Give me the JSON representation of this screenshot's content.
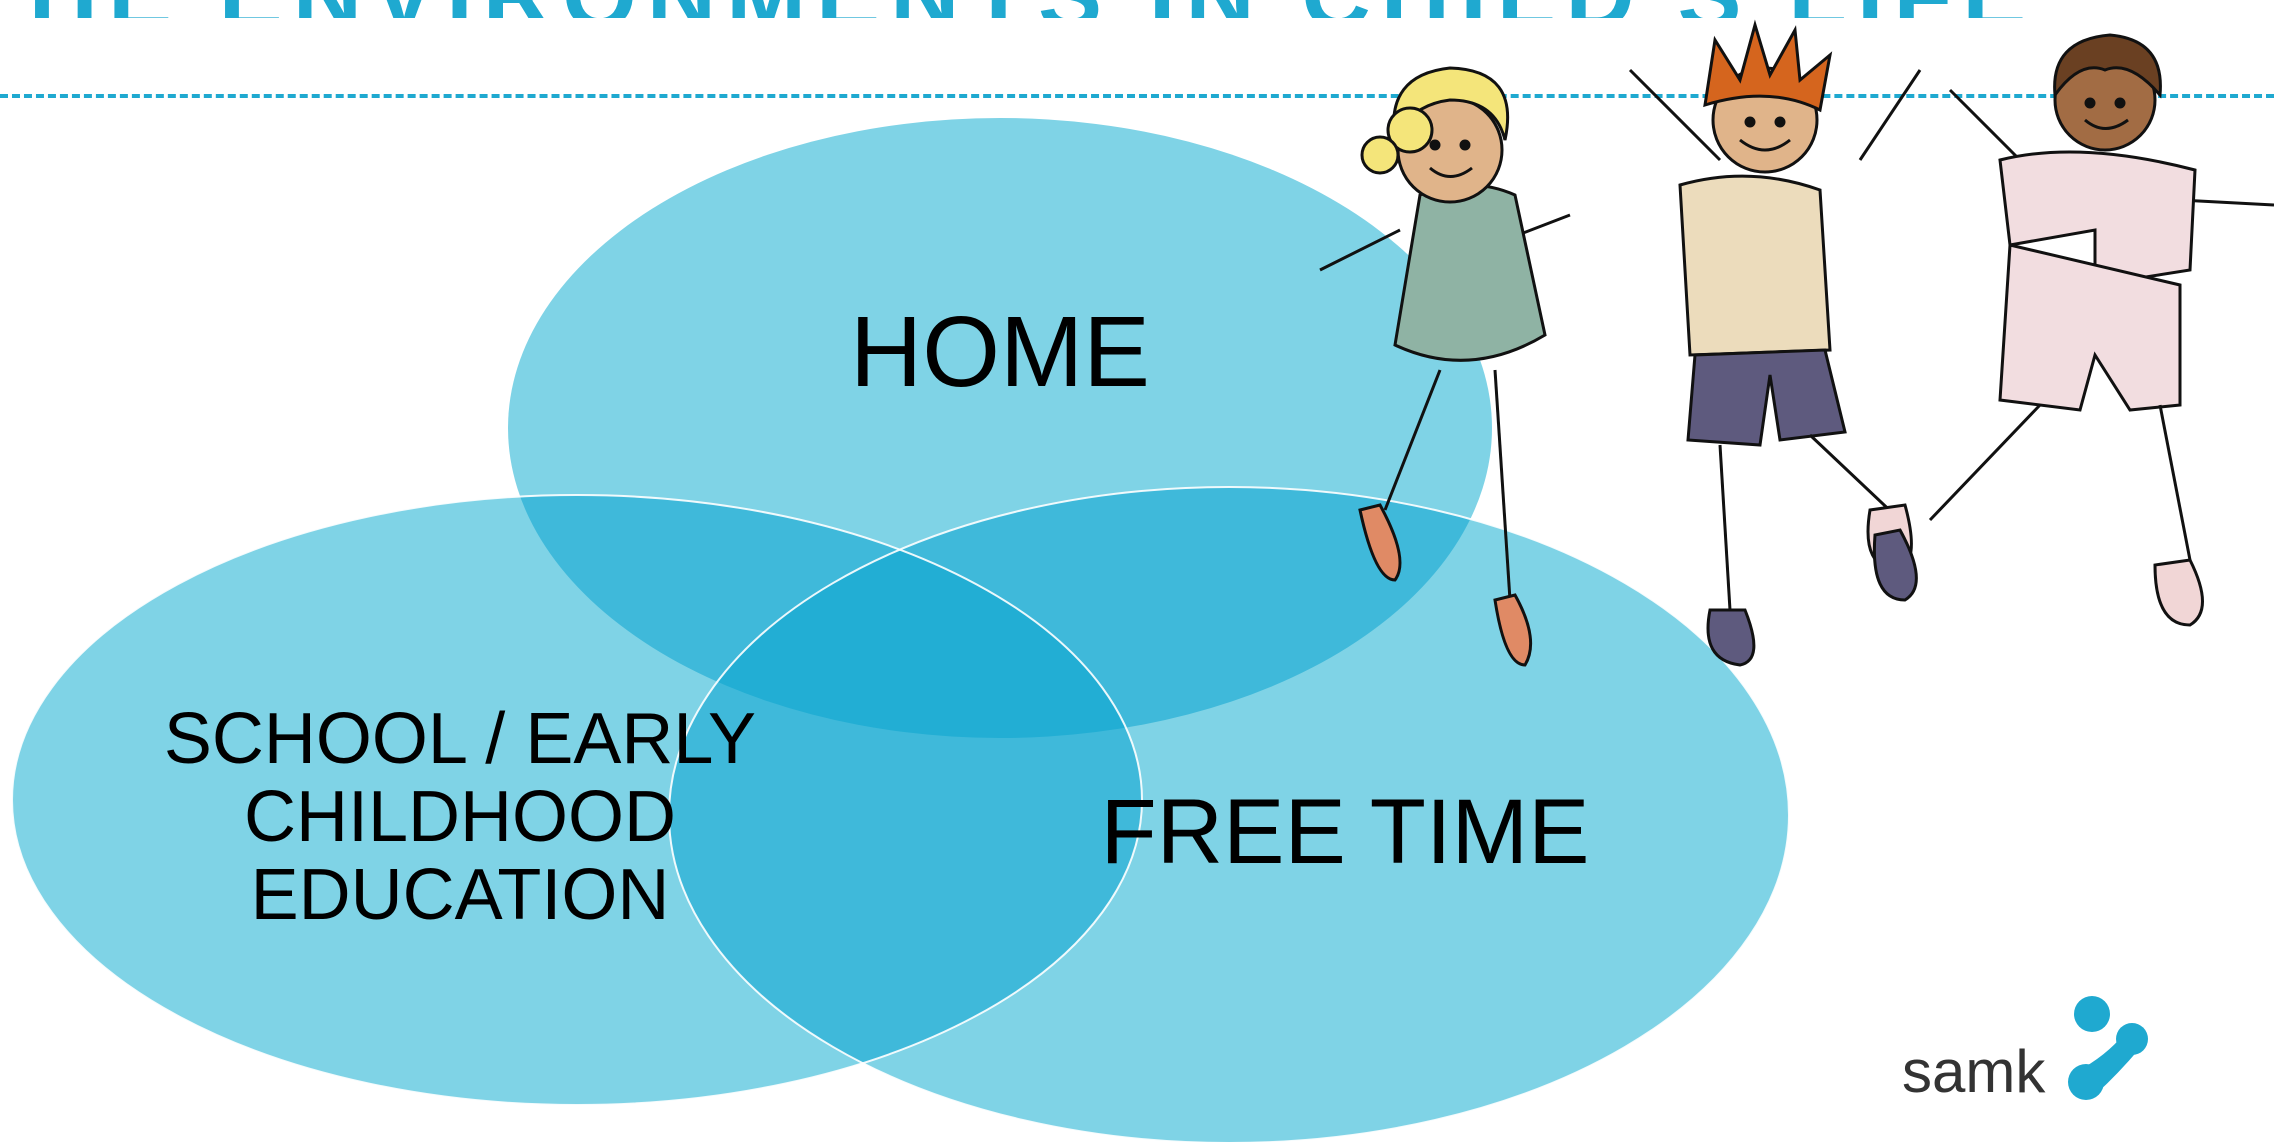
{
  "header": {
    "title_cropped": "THE ENVIRONMENTS IN CHILD'S LIFE"
  },
  "diagram": {
    "circles": [
      {
        "id": "home",
        "label": "HOME"
      },
      {
        "id": "school",
        "label_lines": [
          "SCHOOL / EARLY",
          "CHILDHOOD",
          "EDUCATION"
        ]
      },
      {
        "id": "free_time",
        "label": "FREE TIME"
      }
    ],
    "colors": {
      "circle_fill": "#7fd3e6",
      "overlap_fill": "#3fb9da",
      "center_fill": "#22aed4",
      "accent_line": "#1fa9d0"
    }
  },
  "illustration": {
    "icon": "three-cartoon-children-icon",
    "count": 3
  },
  "logo": {
    "text": "samk",
    "icon": "samk-logo-mark-icon",
    "color": "#1fa9d0"
  }
}
